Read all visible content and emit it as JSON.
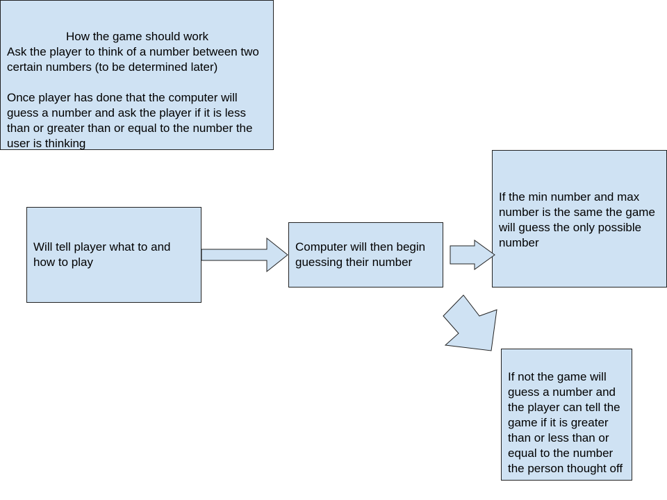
{
  "diagram": {
    "fill_color": "#cfe2f3",
    "border_color": "#222222",
    "intro": {
      "title": "How the game should work",
      "body": "Ask the player to think of a number  between two certain numbers (to be determined later)\n\nOnce player has done that the computer will guess a number and ask the player if it is less than or greater than or equal to the number the user is thinking"
    },
    "step_tell": "Will tell player what to and how to play",
    "step_guess": "Computer will then begin guessing their number",
    "step_same": "If the min number and max number is the same the game will guess the only possible number",
    "step_else": "If not the game will guess a number and the player can tell the game if it is greater than or less than or equal to the number the person thought off"
  }
}
